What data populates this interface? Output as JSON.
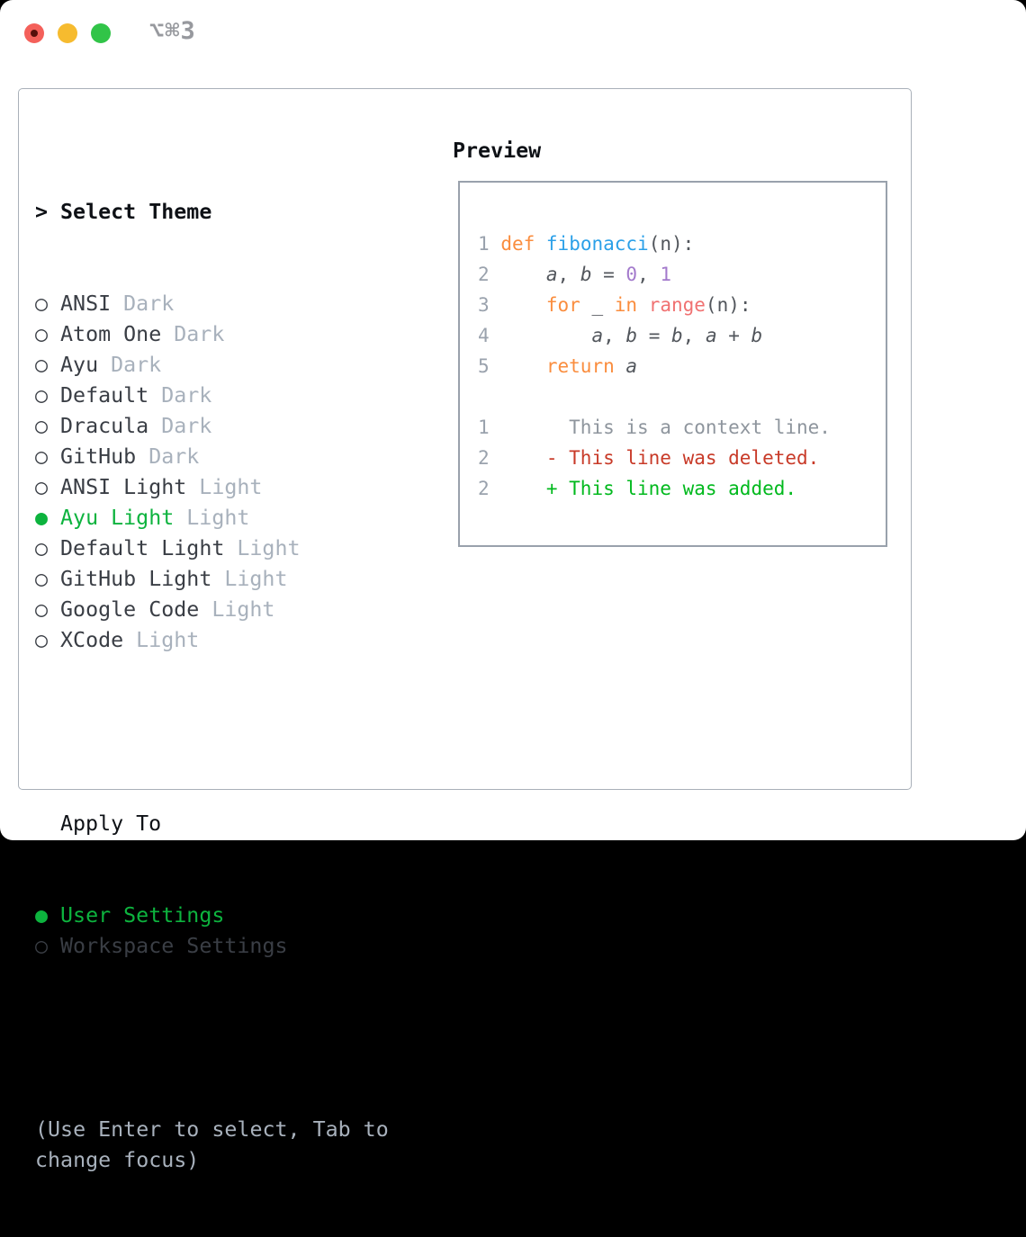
{
  "window": {
    "titlebar": {
      "shortcut": "⌥⌘3"
    }
  },
  "theme_list": {
    "prompt": ">",
    "header": "Select Theme",
    "bullet_selected": "●",
    "bullet_unselected": "○",
    "items": [
      {
        "name": "ANSI",
        "variant": "Dark",
        "selected": false
      },
      {
        "name": "Atom One",
        "variant": "Dark",
        "selected": false
      },
      {
        "name": "Ayu",
        "variant": "Dark",
        "selected": false
      },
      {
        "name": "Default",
        "variant": "Dark",
        "selected": false
      },
      {
        "name": "Dracula",
        "variant": "Dark",
        "selected": false
      },
      {
        "name": "GitHub",
        "variant": "Dark",
        "selected": false
      },
      {
        "name": "ANSI Light",
        "variant": "Light",
        "selected": false
      },
      {
        "name": "Ayu Light",
        "variant": "Light",
        "selected": true
      },
      {
        "name": "Default Light",
        "variant": "Light",
        "selected": false
      },
      {
        "name": "GitHub Light",
        "variant": "Light",
        "selected": false
      },
      {
        "name": "Google Code",
        "variant": "Light",
        "selected": false
      },
      {
        "name": "XCode",
        "variant": "Light",
        "selected": false
      }
    ]
  },
  "apply_to": {
    "header": "Apply To",
    "options": [
      {
        "label": "User Settings",
        "selected": true
      },
      {
        "label": "Workspace Settings",
        "selected": false
      }
    ]
  },
  "help_text": "(Use Enter to select, Tab to\nchange focus)",
  "preview": {
    "header": "Preview",
    "lines": [
      {
        "kind": "code",
        "num": "1",
        "segments": [
          [
            " ",
            "fg"
          ],
          [
            "def",
            "kw"
          ],
          [
            " ",
            "fg"
          ],
          [
            "fibonacci",
            "fn"
          ],
          [
            "(n):",
            "fg"
          ]
        ]
      },
      {
        "kind": "code",
        "num": "2",
        "segments": [
          [
            "     ",
            "fg"
          ],
          [
            "a",
            "var"
          ],
          [
            ", ",
            "fg"
          ],
          [
            "b",
            "var"
          ],
          [
            " = ",
            "fg"
          ],
          [
            "0",
            "num"
          ],
          [
            ", ",
            "fg"
          ],
          [
            "1",
            "num"
          ]
        ]
      },
      {
        "kind": "code",
        "num": "3",
        "segments": [
          [
            "     ",
            "fg"
          ],
          [
            "for",
            "kw"
          ],
          [
            " _ ",
            "fg"
          ],
          [
            "in",
            "kw"
          ],
          [
            " ",
            "fg"
          ],
          [
            "range",
            "call"
          ],
          [
            "(n):",
            "fg"
          ]
        ]
      },
      {
        "kind": "code",
        "num": "4",
        "segments": [
          [
            "         ",
            "fg"
          ],
          [
            "a",
            "var"
          ],
          [
            ", ",
            "fg"
          ],
          [
            "b",
            "var"
          ],
          [
            " = ",
            "fg"
          ],
          [
            "b",
            "var"
          ],
          [
            ", ",
            "fg"
          ],
          [
            "a",
            "var"
          ],
          [
            " + ",
            "fg"
          ],
          [
            "b",
            "var"
          ]
        ]
      },
      {
        "kind": "code",
        "num": "5",
        "segments": [
          [
            "     ",
            "fg"
          ],
          [
            "return",
            "kw"
          ],
          [
            " ",
            "fg"
          ],
          [
            "a",
            "var"
          ]
        ]
      },
      {
        "kind": "blank",
        "num": "",
        "segments": []
      },
      {
        "kind": "context",
        "num": "1",
        "segments": [
          [
            "       This is a context line.",
            "ctx"
          ]
        ]
      },
      {
        "kind": "deleted",
        "num": "2",
        "segments": [
          [
            "     ",
            "fg"
          ],
          [
            "- This line was deleted.",
            "del"
          ]
        ]
      },
      {
        "kind": "added",
        "num": "2",
        "segments": [
          [
            "     ",
            "fg"
          ],
          [
            "+ This line was added.",
            "add"
          ]
        ]
      }
    ]
  },
  "colors": {
    "accent_green": "#0db33e",
    "keyword_orange": "#fa8d3e",
    "function_blue": "#2ba0e8",
    "number_purple": "#a37acc",
    "builtin_coral": "#f07171",
    "code_foreground": "#52565c",
    "line_number_gray": "#9aa2ad",
    "context_gray": "#8e959d",
    "deleted_red": "#c83a28",
    "added_green": "#00b91d",
    "item_dark": "#3a3e45",
    "muted_gray": "#a8b1bc",
    "header_black": "#0e1116",
    "panel_border": "#a9b0b9",
    "preview_border": "#99a1ac",
    "shortcut_gray": "#97999e",
    "traffic_red": "#f4605a",
    "traffic_red_dot": "#570f0b",
    "traffic_yellow": "#f6bb2f",
    "traffic_green": "#31c448"
  }
}
